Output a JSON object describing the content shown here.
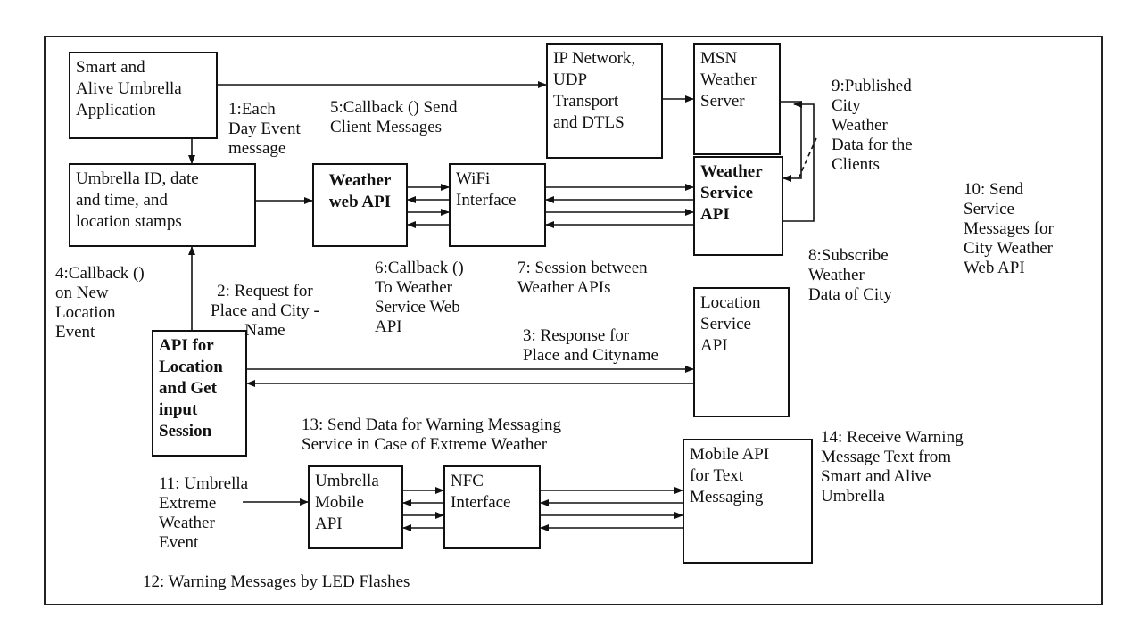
{
  "boxes": {
    "app": "Smart and\nAlive Umbrella\nApplication",
    "stamps": "Umbrella ID, date\nand time, and\nlocation stamps",
    "weather_web_api": "Weather\nweb API",
    "wifi": "WiFi\nInterface",
    "ip_network": "IP Network,\nUDP\nTransport\nand DTLS",
    "msn_server": "MSN\nWeather\nServer",
    "weather_service_api": "Weather\nService\nAPI",
    "location_service_api": "Location\nService\nAPI",
    "location_api": "API for\nLocation\nand Get\ninput\nSession",
    "umbrella_mobile_api": "Umbrella\nMobile\nAPI",
    "nfc": "NFC\nInterface",
    "mobile_text_api": "Mobile API\nfor Text\nMessaging"
  },
  "labels": {
    "l1": "1:Each\nDay Event\nmessage",
    "l5": "5:Callback () Send\nClient Messages",
    "l9": "9:Published\nCity\nWeather\nData for the\nClients",
    "l10": "10: Send\nService\nMessages for\nCity Weather\nWeb API",
    "l4": "4:Callback ()\non New\nLocation\nEvent",
    "l2": "2: Request for\nPlace and City -\nName",
    "l6": "6:Callback ()\nTo Weather\nService Web\nAPI",
    "l7": "7: Session between\nWeather APIs",
    "l8": "8:Subscribe\nWeather\nData of City",
    "l3": "3: Response for\nPlace and Cityname",
    "l13": "13: Send Data for Warning Messaging\nService in Case of Extreme Weather",
    "l14": "14: Receive Warning\nMessage Text from\nSmart and Alive\nUmbrella",
    "l11": "11: Umbrella\nExtreme\nWeather\nEvent",
    "l12": "12: Warning Messages by LED Flashes"
  }
}
